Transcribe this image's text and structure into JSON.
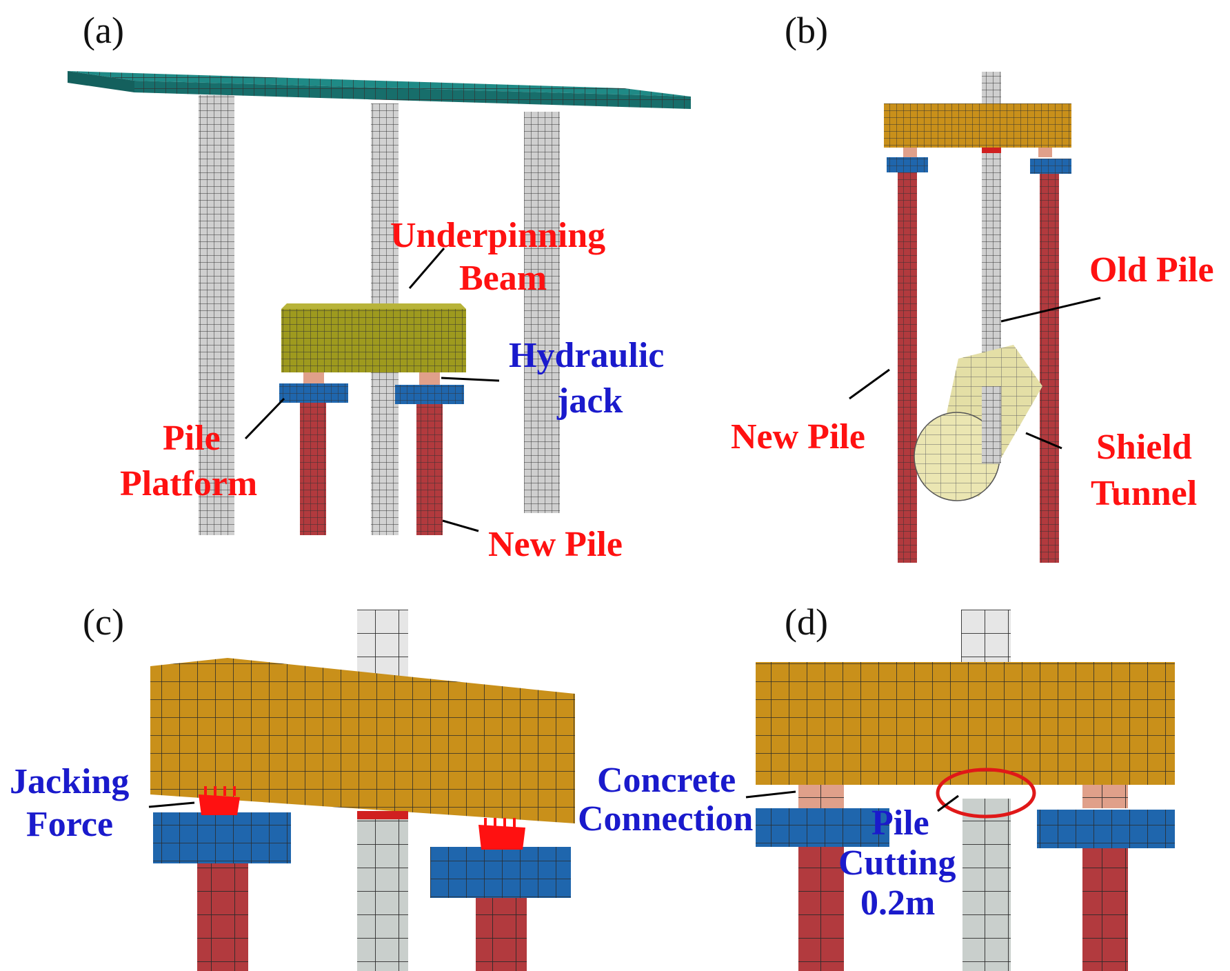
{
  "panels": {
    "a": {
      "label": "(a)",
      "annotations": {
        "underpinning_beam": [
          "Underpinning",
          "Beam"
        ],
        "hydraulic_jack": [
          "Hydraulic",
          "jack"
        ],
        "pile_platform": [
          "Pile",
          "Platform"
        ],
        "new_pile": "New Pile"
      }
    },
    "b": {
      "label": "(b)",
      "annotations": {
        "old_pile": "Old Pile",
        "new_pile": "New Pile",
        "shield_tunnel": [
          "Shield",
          "Tunnel"
        ]
      }
    },
    "c": {
      "label": "(c)",
      "annotations": {
        "jacking_force": [
          "Jacking",
          "Force"
        ]
      }
    },
    "d": {
      "label": "(d)",
      "annotations": {
        "concrete_connection": [
          "Concrete",
          "Connection"
        ],
        "pile_cutting": [
          "Pile",
          "Cutting",
          "0.2m"
        ]
      }
    }
  },
  "colors": {
    "deck": "#1f8a86",
    "old_pile": "#c8c8c8",
    "new_pile": "#b23a3e",
    "beam_olive": "#9e9a1e",
    "beam_orange": "#c9901a",
    "jack": "#1f66ad",
    "connection": "#e0a08a",
    "tunnel": "#e4dfa6",
    "cut_circle": "#e01818",
    "red_text": "#ff1111",
    "blue_text": "#1a1acc"
  }
}
